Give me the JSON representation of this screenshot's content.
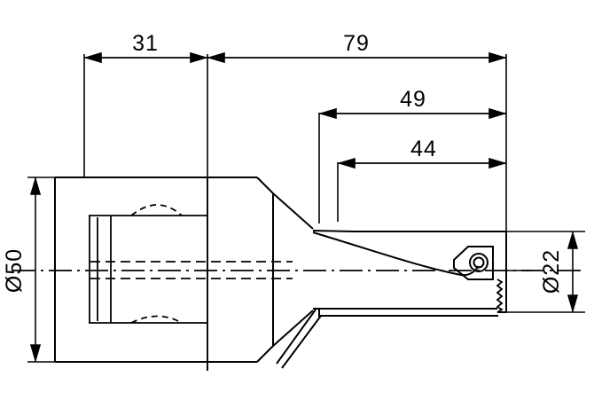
{
  "drawing": {
    "title": "Indexable Drill / Boring Tool Side View Engineering Drawing",
    "background_color": "#ffffff",
    "line_color": "#000000",
    "units": "mm",
    "projection": "side-elevation-section"
  },
  "dimensions": {
    "length_shank": "31",
    "length_overall_from_flange": "79",
    "length_49": "49",
    "length_44": "44",
    "diameter_body": "Ø50",
    "diameter_tip": "Ø22"
  },
  "labels": {
    "dim_31": "31",
    "dim_79": "79",
    "dim_49": "49",
    "dim_44": "44",
    "dim_d50": "Ø50",
    "dim_d22": "Ø22"
  },
  "annotations": {
    "centerline_style": "dash-dot",
    "hidden_line_style": "dashed",
    "arrowhead_style": "open-flag"
  }
}
